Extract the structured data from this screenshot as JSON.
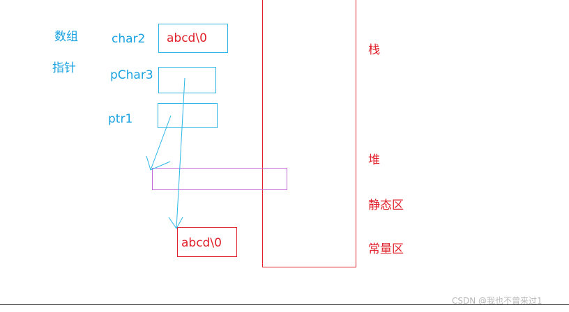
{
  "labels": {
    "array": "数组",
    "pointer": "指针",
    "char2": "char2",
    "pchar3": "pChar3",
    "ptr1": "ptr1"
  },
  "regions": {
    "stack": "栈",
    "heap": "堆",
    "static": "静态区",
    "constant": "常量区"
  },
  "boxes": {
    "char2_content": "abcd\\0",
    "constant_content": "abcd\\0"
  },
  "watermark": "CSDN @我也不曾来过1",
  "colors": {
    "label_blue": "#1aa3e0",
    "box_blue": "#2bb6e6",
    "region_red": "#e0202a",
    "heap_purple": "#c46ad9",
    "arrow_blue": "#2bb6e6"
  }
}
